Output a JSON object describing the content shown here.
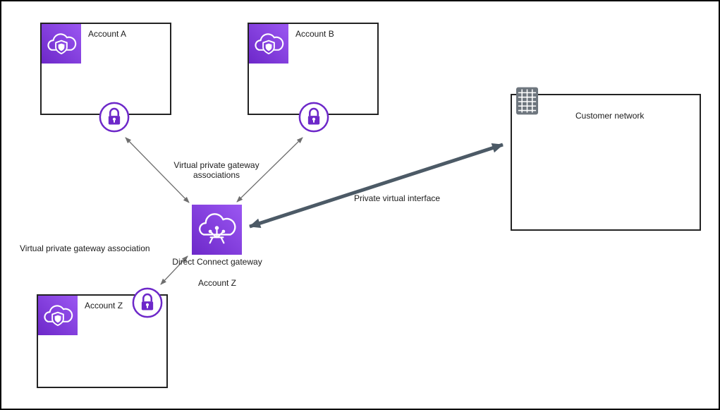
{
  "diagram": {
    "accounts": [
      {
        "label": "Account A"
      },
      {
        "label": "Account B"
      },
      {
        "label": "Account Z"
      }
    ],
    "customer_network": {
      "label": "Customer network"
    },
    "gateway": {
      "label": "Direct Connect gateway",
      "account": "Account Z"
    },
    "labels": {
      "vgw_associations": "Virtual private gateway associations",
      "vgw_association": "Virtual private gateway association",
      "private_virtual_interface": "Private virtual interface"
    },
    "icons": {
      "aws_account": "aws-cloud-with-shield-purple-square",
      "vpn_gateway": "padlock-in-circle",
      "direct_connect_gateway": "cloud-with-antenna-podium-purple-square",
      "customer_network": "gray-building-window-grid"
    },
    "edges": [
      {
        "from": "direct-connect-gateway",
        "to": "account-a-vpn-gateway",
        "style": "thin",
        "bidirectional": true
      },
      {
        "from": "direct-connect-gateway",
        "to": "account-b-vpn-gateway",
        "style": "thin",
        "bidirectional": true
      },
      {
        "from": "direct-connect-gateway",
        "to": "account-z-vpn-gateway",
        "style": "thin",
        "bidirectional": true
      },
      {
        "from": "direct-connect-gateway",
        "to": "customer-network",
        "style": "thick",
        "bidirectional": true,
        "label": "Private virtual interface"
      }
    ],
    "colors": {
      "purple_dark": "#6d28c9",
      "purple_light": "#9b57f2",
      "thin_arrow": "#6e6e6e",
      "thick_arrow": "#4c5a66",
      "box_border": "#232323",
      "canvas_border": "#000000",
      "building_gray": "#6e767e"
    }
  }
}
